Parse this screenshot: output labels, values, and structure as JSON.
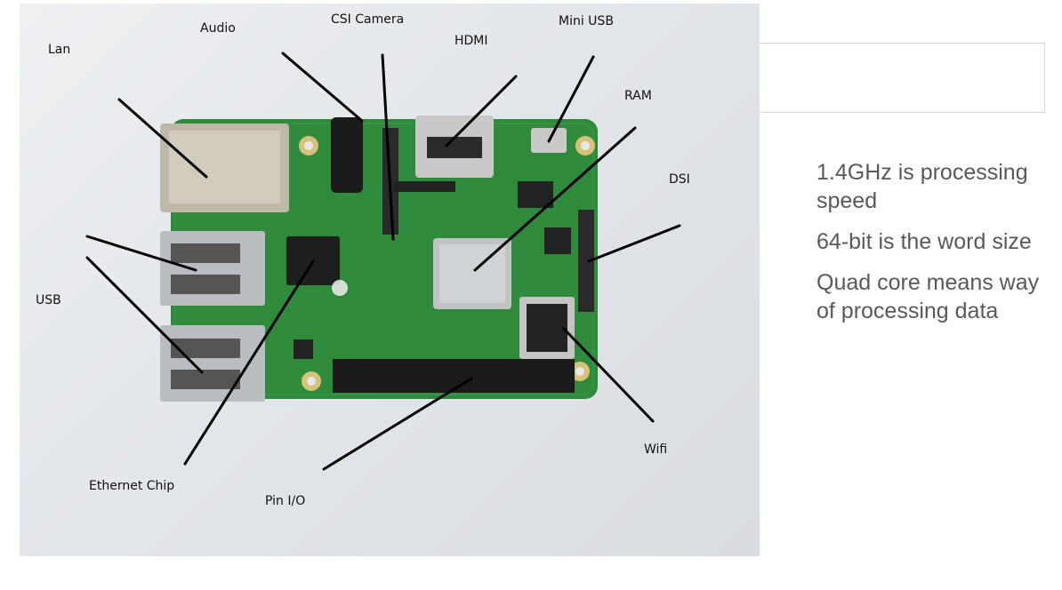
{
  "labels": {
    "lan": "Lan",
    "audio": "Audio",
    "csi_camera": "CSI Camera",
    "hdmi": "HDMI",
    "mini_usb": "Mini USB",
    "ram": "RAM",
    "dsi": "DSI",
    "usb": "USB",
    "ethernet_chip": "Ethernet Chip",
    "pin_io": "Pin I/O",
    "wifi": "Wifi"
  },
  "notes": [
    "1.4GHz is processing speed",
    "64-bit is the word size",
    "Quad core means way of processing data"
  ],
  "colors": {
    "board": "#2f8a3c",
    "note_text": "#595959"
  }
}
